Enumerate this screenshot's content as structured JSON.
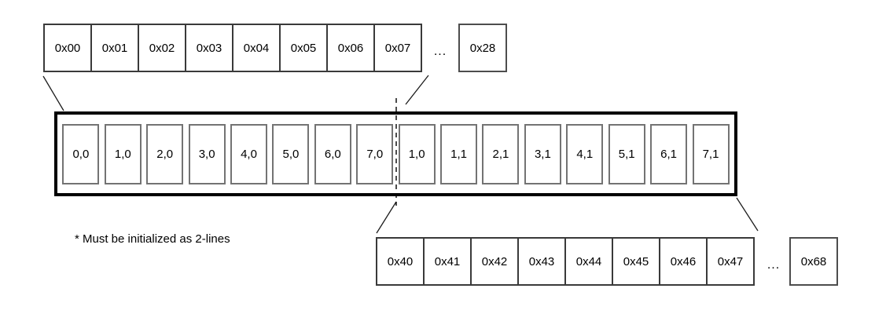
{
  "canvas": {
    "background": "#ffffff",
    "line_color": "#1c1c1c",
    "border_color_addr": "#3a3a3a",
    "border_color_cache": "#737373",
    "border_color_thick": "#000000"
  },
  "top_address_row": {
    "cells": [
      "0x00",
      "0x01",
      "0x02",
      "0x03",
      "0x04",
      "0x05",
      "0x06",
      "0x07"
    ],
    "ellipsis": "...",
    "tail_cell": "0x28"
  },
  "cache_line": {
    "cells": [
      "0,0",
      "1,0",
      "2,0",
      "3,0",
      "4,0",
      "5,0",
      "6,0",
      "7,0",
      "1,0",
      "1,1",
      "2,1",
      "3,1",
      "4,1",
      "5,1",
      "6,1",
      "7,1"
    ]
  },
  "bottom_address_row": {
    "cells": [
      "0x40",
      "0x41",
      "0x42",
      "0x43",
      "0x44",
      "0x45",
      "0x46",
      "0x47"
    ],
    "ellipsis": "...",
    "tail_cell": "0x68"
  },
  "note": "* Must be initialized as 2-lines"
}
